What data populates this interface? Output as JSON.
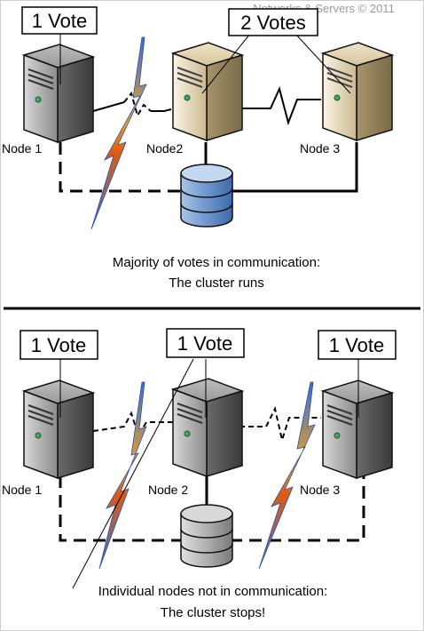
{
  "watermark": "Networks & Servers © 2011",
  "top_panel": {
    "vote_box_left": "1 Vote",
    "vote_box_right": "2 Votes",
    "node_labels": [
      "Node 1",
      "Node2",
      "Node 3"
    ],
    "caption_line1": "Majority of votes in communication:",
    "caption_line2": "The cluster runs"
  },
  "bottom_panel": {
    "vote_boxes": [
      "1 Vote",
      "1 Vote",
      "1 Vote"
    ],
    "node_labels": [
      "Node 1",
      "Node 2",
      "Node 3"
    ],
    "caption_line1": "Individual nodes not in communication:",
    "caption_line2": "The cluster stops!"
  },
  "colors": {
    "server_gray": "#8c8c8c",
    "server_beige": "#d8c8a8",
    "disk_blue": "#7fa3d6",
    "disk_gray": "#a8a8a8",
    "lightning_orange": "#f0a020",
    "lightning_blue": "#3a6fd0"
  }
}
